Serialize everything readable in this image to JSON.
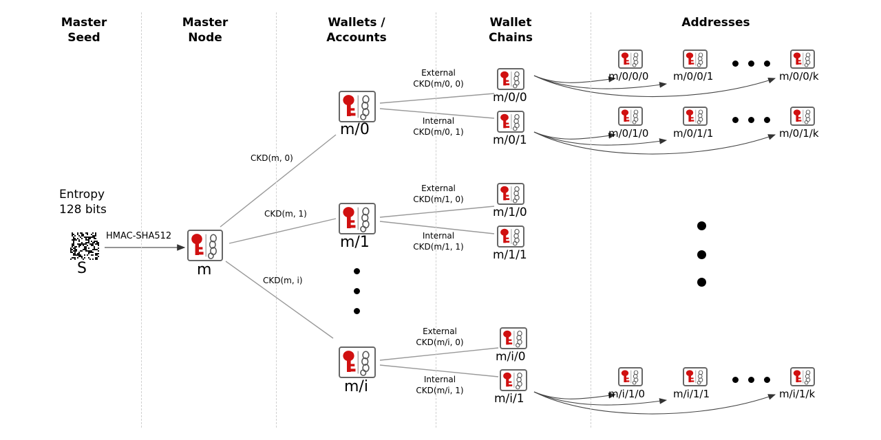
{
  "headers": {
    "master_seed": [
      "Master",
      "Seed"
    ],
    "master_node": [
      "Master",
      "Node"
    ],
    "wallets": [
      "Wallets /",
      "Accounts"
    ],
    "chains": [
      "Wallet",
      "Chains"
    ],
    "addresses": "Addresses"
  },
  "seed": {
    "entropy_line1": "Entropy",
    "entropy_line2": "128 bits",
    "seed_label": "S",
    "hmac_label": "HMAC-SHA512"
  },
  "master": {
    "label": "m"
  },
  "accounts": [
    {
      "label": "m/0",
      "ckd": "CKD(m, 0)"
    },
    {
      "label": "m/1",
      "ckd": "CKD(m, 1)"
    },
    {
      "label": "m/i",
      "ckd": "CKD(m, i)"
    }
  ],
  "chains": [
    {
      "label": "m/0/0",
      "edge_type": "External",
      "ckd": "CKD(m/0, 0)"
    },
    {
      "label": "m/0/1",
      "edge_type": "Internal",
      "ckd": "CKD(m/0, 1)"
    },
    {
      "label": "m/1/0",
      "edge_type": "External",
      "ckd": "CKD(m/1, 0)"
    },
    {
      "label": "m/1/1",
      "edge_type": "Internal",
      "ckd": "CKD(m/1, 1)"
    },
    {
      "label": "m/i/0",
      "edge_type": "External",
      "ckd": "CKD(m/i, 0)"
    },
    {
      "label": "m/i/1",
      "edge_type": "Internal",
      "ckd": "CKD(m/i, 1)"
    }
  ],
  "addresses": [
    [
      "m/0/0/0",
      "m/0/0/1",
      "m/0/0/k"
    ],
    [
      "m/0/1/0",
      "m/0/1/1",
      "m/0/1/k"
    ],
    [
      "m/i/1/0",
      "m/i/1/1",
      "m/i/1/k"
    ]
  ],
  "colors": {
    "key": "#d01010",
    "line": "#888888",
    "separator": "#cfcfcf"
  }
}
